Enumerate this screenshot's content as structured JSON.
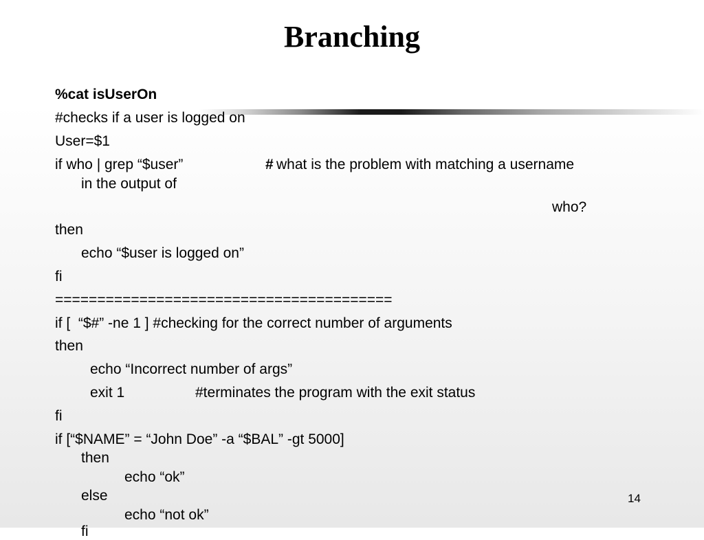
{
  "slide": {
    "title": "Branching",
    "number": "14",
    "lines": [
      "%cat isUserOn",
      "#checks if a user is logged on",
      "User=$1",
      "if who | grep “$user”",
      "#",
      "what is the problem with matching a username",
      "in the output of",
      "who?",
      "then",
      "echo “$user is logged on”",
      "fi",
      "========================================",
      "if [  “$#” -ne 1 ] #checking for the correct number of arguments",
      "then",
      "echo “Incorrect number of args”",
      "exit 1",
      "#terminates the program with the exit status",
      "fi",
      "if [“$NAME” = “John Doe” -a “$BAL” -gt 5000]",
      "then",
      "echo “ok”",
      "else",
      "echo “not ok”",
      "fi"
    ]
  }
}
